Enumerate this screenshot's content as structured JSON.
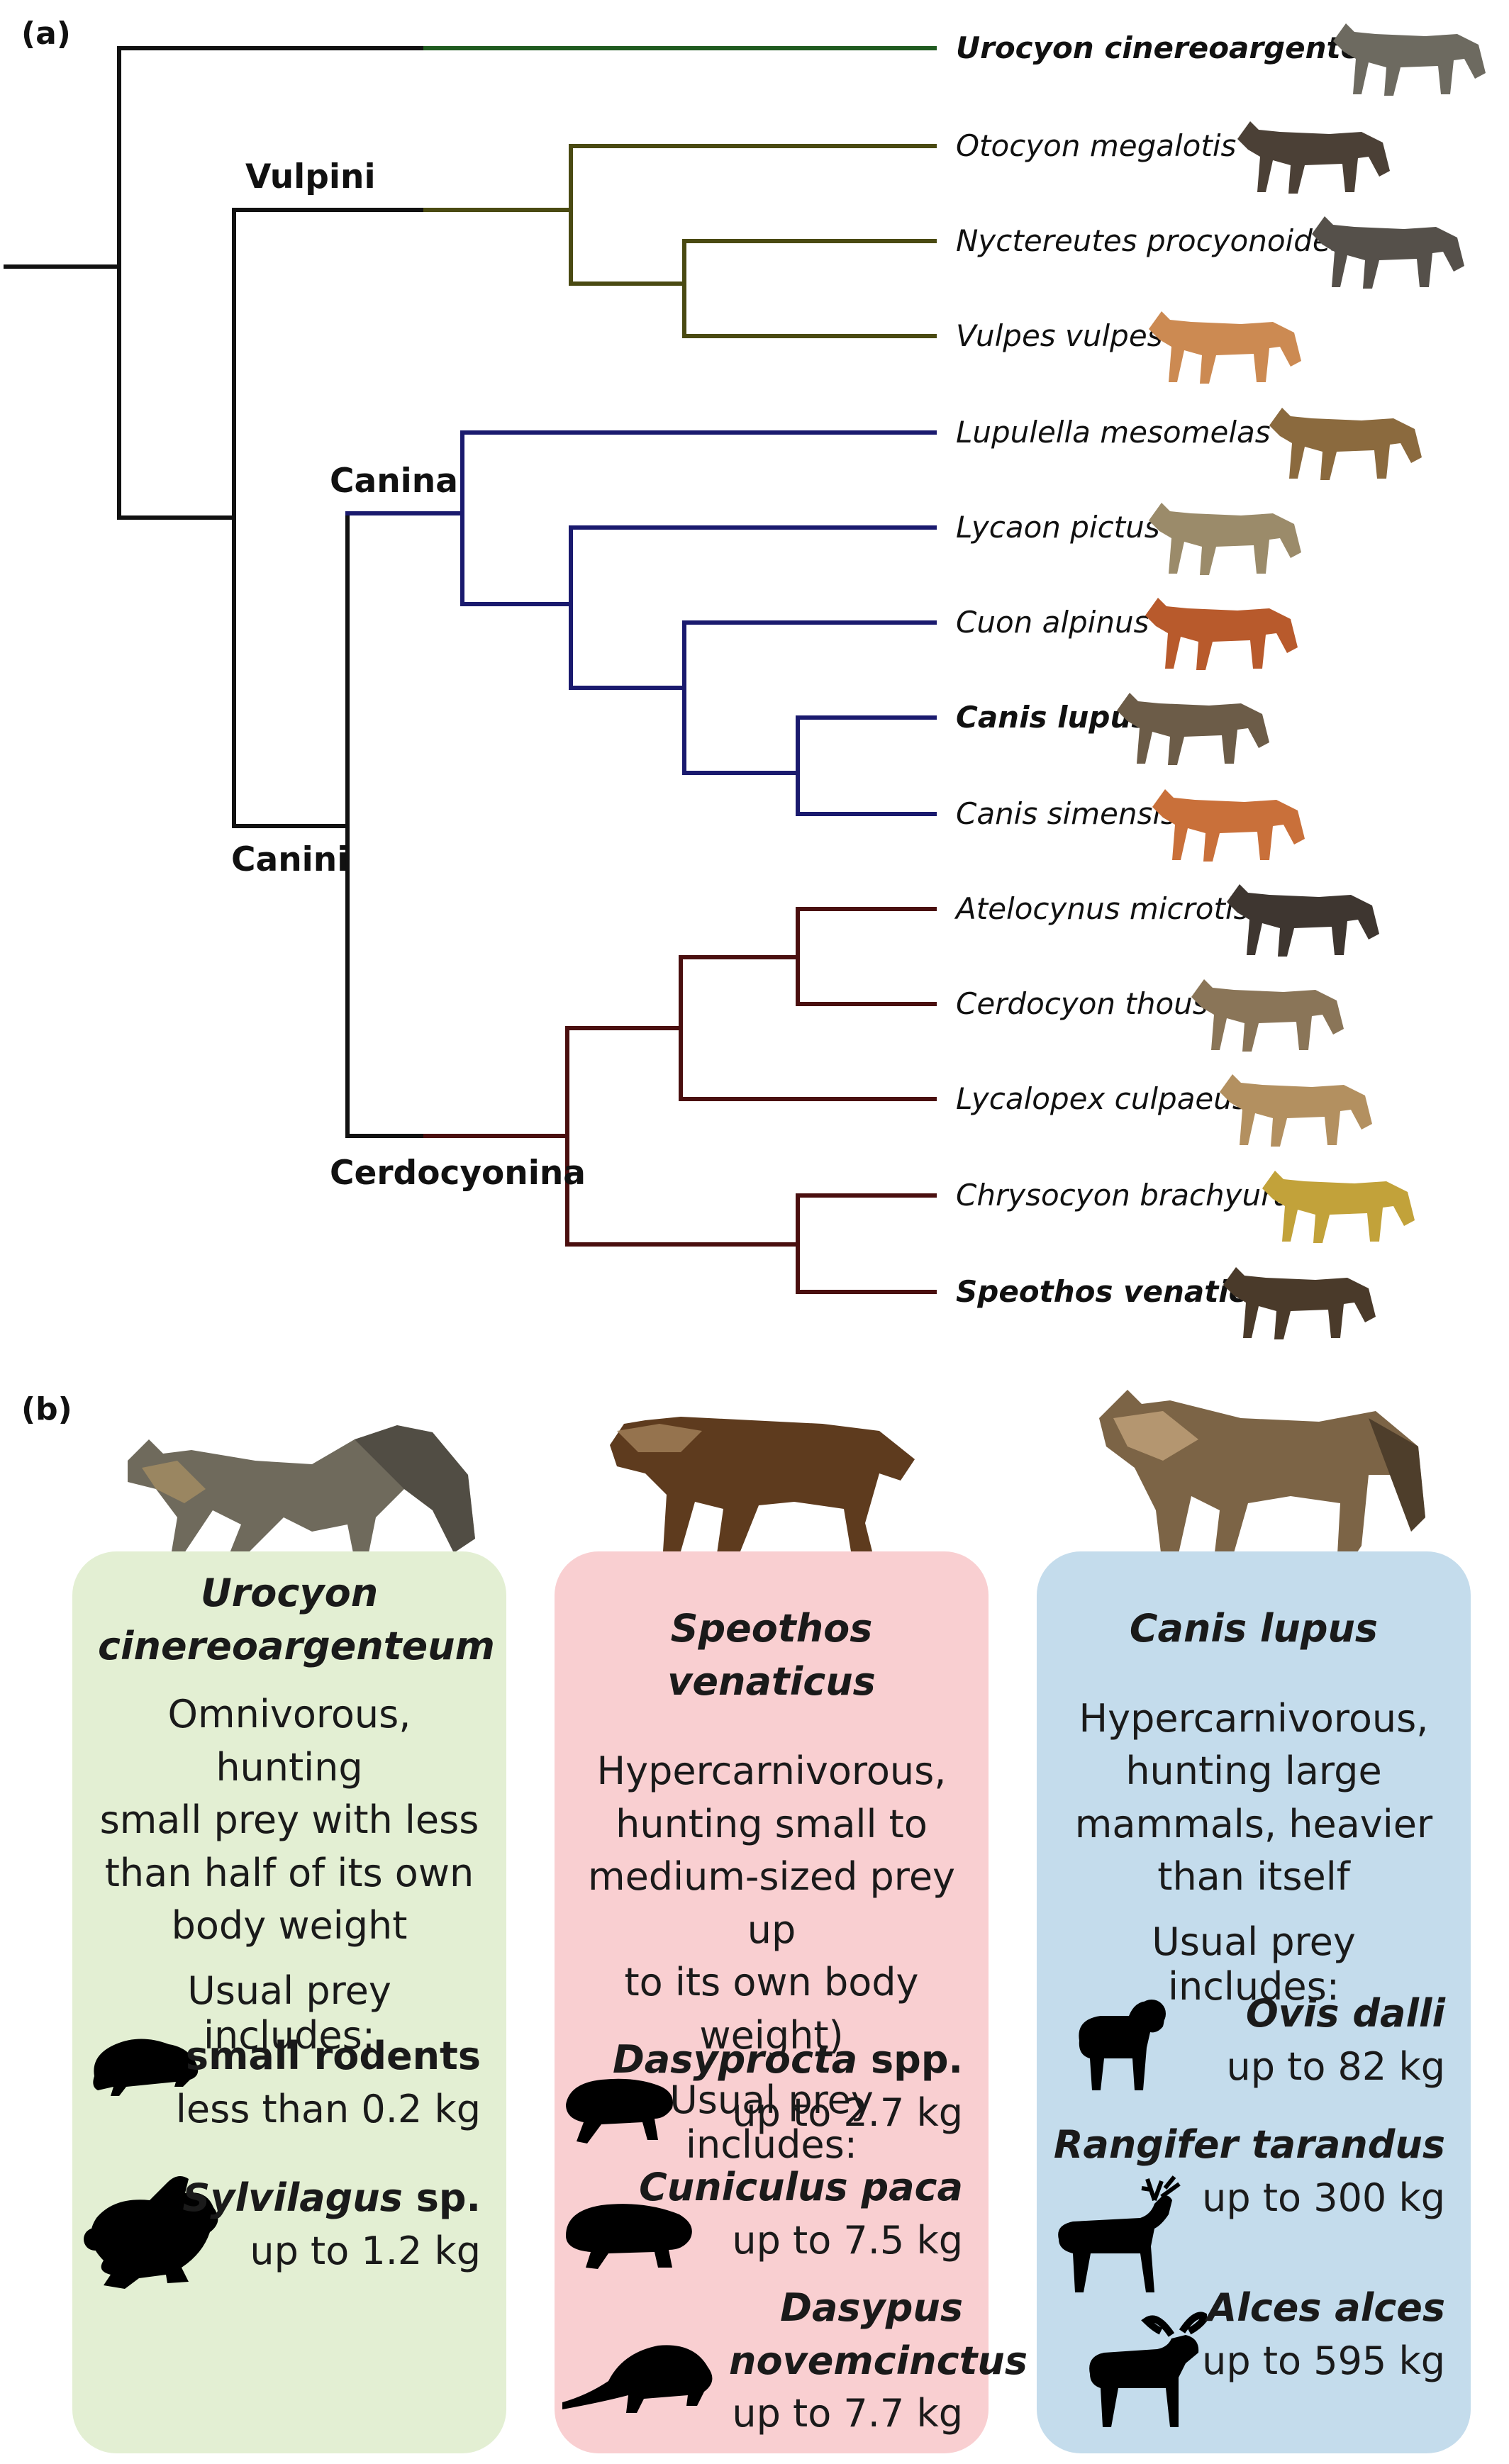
{
  "panel_a_label": "(a)",
  "panel_b_label": "(b)",
  "clades": {
    "vulpini": "Vulpini",
    "canina": "Canina",
    "canini": "Canini",
    "cerdocyonina": "Cerdocyonina"
  },
  "taxa": [
    {
      "name": "Urocyon cinereoargenteus",
      "bold": true
    },
    {
      "name": "Otocyon megalotis",
      "bold": false
    },
    {
      "name": "Nyctereutes procyonoides",
      "bold": false
    },
    {
      "name": "Vulpes vulpes",
      "bold": false
    },
    {
      "name": "Lupulella mesomelas",
      "bold": false
    },
    {
      "name": "Lycaon pictus",
      "bold": false
    },
    {
      "name": "Cuon alpinus",
      "bold": false
    },
    {
      "name": "Canis lupus",
      "bold": true
    },
    {
      "name": "Canis simensis",
      "bold": false
    },
    {
      "name": "Atelocynus microtis",
      "bold": false
    },
    {
      "name": "Cerdocyon thous",
      "bold": false
    },
    {
      "name": "Lycalopex culpaeus",
      "bold": false
    },
    {
      "name": "Chrysocyon brachyurus",
      "bold": false
    },
    {
      "name": "Speothos venaticus",
      "bold": true
    }
  ],
  "colors": {
    "root": "#111111",
    "urocyon": "#1f5a1f",
    "vulpini": "#4a4a12",
    "canina": "#1a1a6e",
    "cerdocyonina": "#4a0f0f",
    "card_urocyon": "#e3efd3",
    "card_speothos": "#f9cfd1",
    "card_canis": "#c4dcec"
  },
  "cards": [
    {
      "species_line1": "Urocyon",
      "species_line2": "cinereoargenteum",
      "desc": [
        "Omnivorous, hunting",
        "small prey with less",
        "than half of its own",
        "body weight"
      ],
      "usual": "Usual prey includes:",
      "prey": [
        {
          "name_bold": "small rodents",
          "name_italic": "",
          "suffix": "",
          "weight": "less than 0.2 kg",
          "icon": "rodent-silhouette-icon"
        },
        {
          "name_bold": "",
          "name_italic": "Sylvilagus",
          "suffix": " sp.",
          "weight": "up to 1.2 kg",
          "icon": "rabbit-silhouette-icon"
        }
      ]
    },
    {
      "species_line1": "Speothos venaticus",
      "species_line2": "",
      "desc": [
        "Hypercarnivorous,",
        "hunting small to",
        "medium-sized prey up",
        "to its own body weight)"
      ],
      "usual": "Usual prey includes:",
      "prey": [
        {
          "name_bold": "",
          "name_italic": "Dasyprocta",
          "suffix": " spp.",
          "weight": "up to 2.7 kg",
          "icon": "agouti-silhouette-icon"
        },
        {
          "name_bold": "",
          "name_italic": "Cuniculus paca",
          "suffix": "",
          "weight": "up to 7.5 kg",
          "icon": "paca-silhouette-icon"
        },
        {
          "name_bold": "",
          "name_italic": "Dasypus novemcinctus",
          "suffix": "",
          "weight": "up to 7.7 kg",
          "icon": "armadillo-silhouette-icon"
        }
      ]
    },
    {
      "species_line1": "Canis lupus",
      "species_line2": "",
      "desc": [
        "Hypercarnivorous,",
        "hunting large",
        "mammals, heavier",
        "than itself"
      ],
      "usual": "Usual prey includes:",
      "prey": [
        {
          "name_bold": "",
          "name_italic": "Ovis dalli",
          "suffix": "",
          "weight": "up to 82 kg",
          "icon": "sheep-silhouette-icon"
        },
        {
          "name_bold": "",
          "name_italic": "Rangifer tarandus",
          "suffix": "",
          "weight": "up to 300 kg",
          "icon": "reindeer-silhouette-icon"
        },
        {
          "name_bold": "",
          "name_italic": "Alces alces",
          "suffix": "",
          "weight": "up to 595 kg",
          "icon": "moose-silhouette-icon"
        }
      ]
    }
  ]
}
